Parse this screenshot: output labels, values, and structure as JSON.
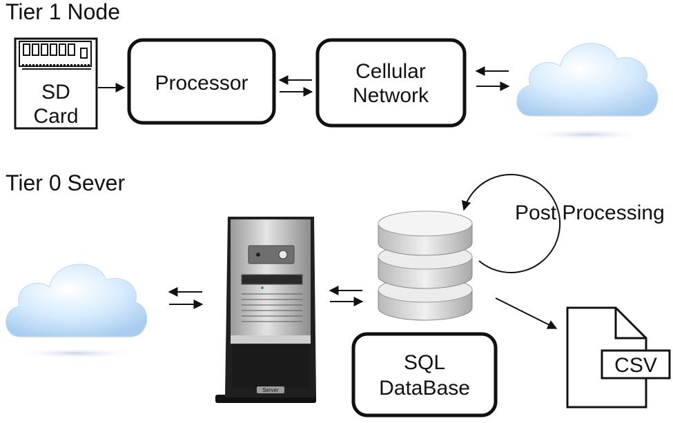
{
  "sections": {
    "tier1_title": "Tier 1 Node",
    "tier0_title": "Tier 0 Sever"
  },
  "tier1": {
    "sd_card": {
      "line1": "SD",
      "line2": "Card"
    },
    "processor_label": "Processor",
    "cellular": {
      "line1": "Cellular",
      "line2": "Network"
    }
  },
  "tier0": {
    "server_badge": "Server",
    "post_processing_label": "Post Processing",
    "sql_database": {
      "line1": "SQL",
      "line2": "DataBase"
    },
    "csv_label": "CSV"
  },
  "colors": {
    "stroke": "#111111",
    "cloud": "#cfe6fb",
    "cloud_shadow": "#dde6f5",
    "server_silver": "#c9c9c9",
    "server_dark": "#1f1f1f",
    "disk_gray": "#d9d9d9"
  }
}
